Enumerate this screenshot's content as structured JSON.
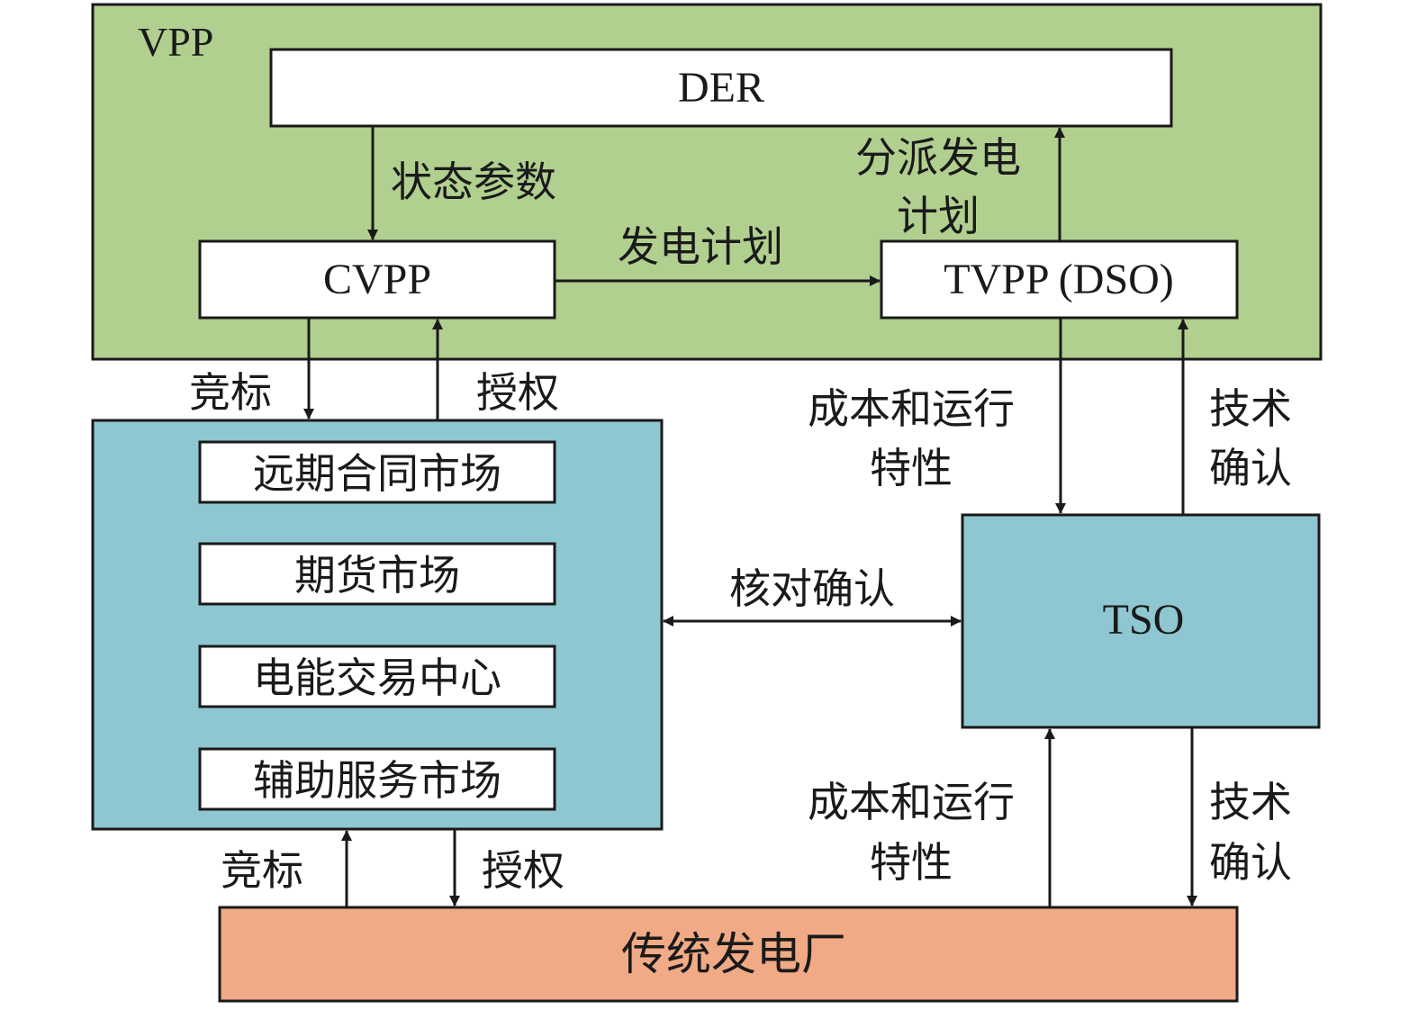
{
  "vpp": {
    "title": "VPP"
  },
  "nodes": {
    "der": "DER",
    "cvpp": "CVPP",
    "tvpp": "TVPP (DSO)",
    "tso": "TSO",
    "traditional_plant": "传统发电厂"
  },
  "market": {
    "items": [
      "远期合同市场",
      "期货市场",
      "电能交易中心",
      "辅助服务市场"
    ]
  },
  "edges": {
    "der_to_cvpp": "状态参数",
    "cvpp_to_tvpp": "发电计划",
    "tvpp_to_der_line1": "分派发电",
    "tvpp_to_der_line2": "计划",
    "cvpp_to_market": "竞标",
    "market_to_cvpp": "授权",
    "tvpp_to_tso_line1": "成本和运行",
    "tvpp_to_tso_line2": "特性",
    "tso_to_tvpp_line1": "技术",
    "tso_to_tvpp_line2": "确认",
    "market_tso": "核对确认",
    "plant_to_market": "竞标",
    "market_to_plant": "授权",
    "plant_to_tso_line1": "成本和运行",
    "plant_to_tso_line2": "特性",
    "tso_to_plant_line1": "技术",
    "tso_to_plant_line2": "确认"
  },
  "colors": {
    "vpp_fill": "#b1cf8f",
    "market_fill": "#8ec7d1",
    "tso_fill": "#8ec7d1",
    "plant_fill": "#f0aa85",
    "box_fill": "#ffffff",
    "stroke": "#1a1a1a"
  }
}
